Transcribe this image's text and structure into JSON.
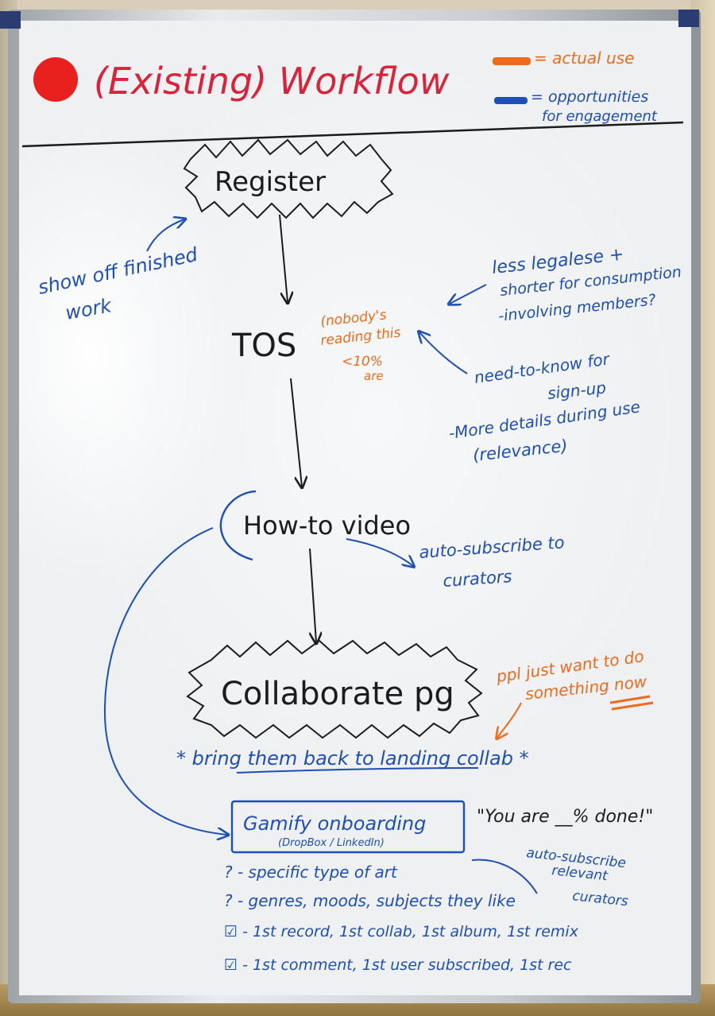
{
  "title": "(Existing) Workflow",
  "legend": {
    "actual_use": "= actual use",
    "opportunities_line1": "= opportunities",
    "opportunities_line2": "for engagement",
    "colors": {
      "actual_use": "#f06a1c",
      "opportunities": "#1d4fb6"
    }
  },
  "steps": {
    "register": "Register",
    "tos": "TOS",
    "howto": "How-to video",
    "collaborate": "Collaborate pg"
  },
  "notes": {
    "show_off_1": "show off finished",
    "show_off_2": "work",
    "tos_note_1": "(nobody's",
    "tos_note_2": "reading this",
    "tos_note_3": "<10%",
    "tos_note_4": "are",
    "legalese_1": "less legalese +",
    "legalese_2": "shorter for consumption",
    "legalese_3": "-involving members?",
    "need_1": "need-to-know for",
    "need_2": "sign-up",
    "need_3": "-More details during use",
    "need_4": "(relevance)",
    "autosub_1": "auto-subscribe to",
    "autosub_2": "curators",
    "ppl_1": "ppl just want to do",
    "ppl_2": "something now",
    "bring_back": "* bring them back to landing collab *",
    "gamify": "Gamify onboarding",
    "gamify_sub": "(DropBox / LinkedIn)",
    "you_are": "\"You are __% done!\"",
    "autosub_rel_1": "auto-subscribe",
    "autosub_rel_2": "relevant",
    "autosub_rel_3": "curators",
    "list_1": "? - specific type of art",
    "list_2": "? - genres, moods, subjects they like",
    "list_3": "☑ - 1st record, 1st collab, 1st album, 1st remix",
    "list_4": "☑ - 1st comment, 1st user subscribed, 1st rec"
  },
  "colors": {
    "black": "#1c1c1c",
    "red": "#d8243a",
    "orange": "#f06a1c",
    "blue": "#1d4fb6"
  }
}
